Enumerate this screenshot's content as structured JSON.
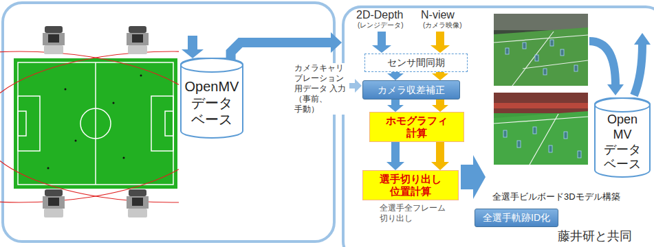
{
  "diagram": {
    "nodes": [
      {
        "text": [
          "OpenMV データ ベース"
        ]
      },
      {
        "text": [
          "藤井研と共同"
        ]
      },
      {
        "text": [
          "センサ間同期"
        ],
        "in": 1
      },
      {
        "text": [
          "カメラ収差補正"
        ],
        "in": 1
      },
      {
        "text": [
          "ホモグラフィ 計算"
        ],
        "in": 1
      },
      {
        "text": [
          "選手切り出し 位置計算"
        ],
        "in": 1
      },
      {
        "text": [
          "全選手軌跡ID化"
        ],
        "in": 1
      },
      {
        "text": [
          "Open MV データ ベース"
        ],
        "in": 1
      }
    ],
    "edges": [
      {
        "from": 0,
        "to": 1,
        "arrow": "to"
      },
      {
        "from": 2,
        "to": 3,
        "arrow": "to"
      },
      {
        "from": 2,
        "to": 3,
        "arrow": "to"
      },
      {
        "from": 3,
        "to": 4,
        "arrow": "to"
      },
      {
        "from": 3,
        "to": 4,
        "arrow": "to"
      },
      {
        "from": 4,
        "to": 5,
        "arrow": "to"
      },
      {
        "from": 4,
        "to": 5,
        "arrow": "to"
      }
    ],
    "labels": [
      "2D-Depth",
      "(レンジデータ)",
      "N-view",
      "(カメラ映像)",
      "カメラキャリ ブレーション 用データ 入力（事前、 手動）",
      "全選手全フレーム 切り出し",
      "全選手ビルボード3Dモデル構築"
    ]
  }
}
